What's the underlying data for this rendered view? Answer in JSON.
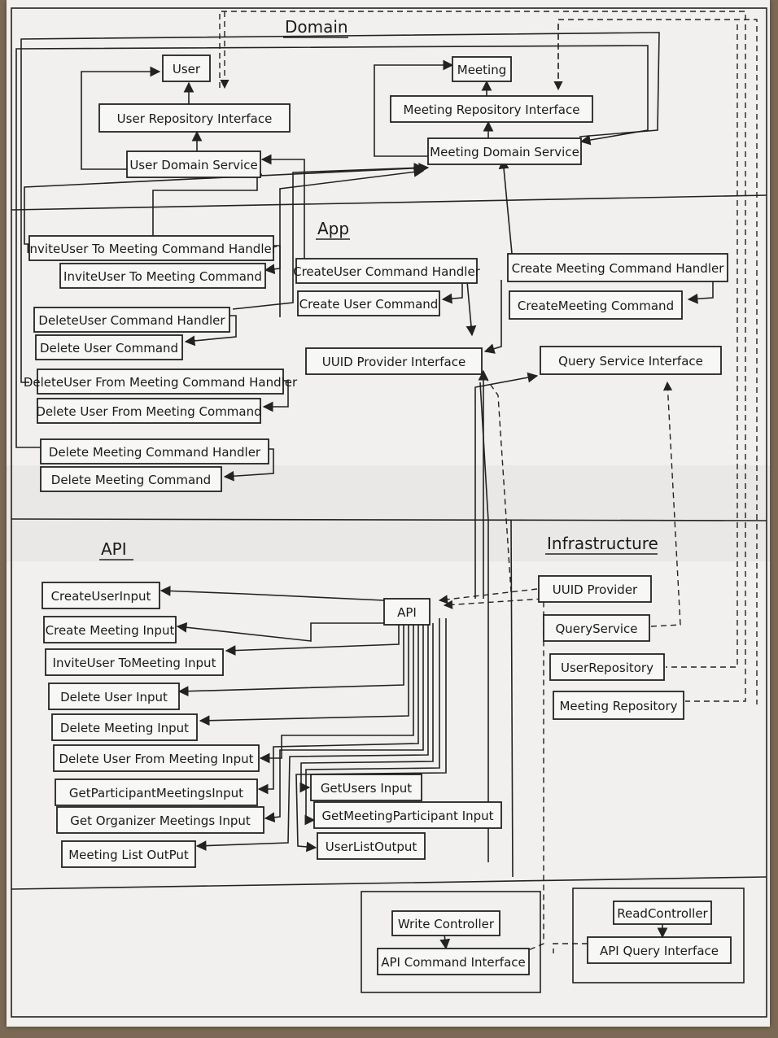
{
  "sections": {
    "domain": "Domain",
    "app": "App",
    "api": "API",
    "infrastructure": "Infrastructure"
  },
  "domain": {
    "user": "User",
    "user_repository_interface": "User Repository Interface",
    "user_domain_service": "User Domain Service",
    "meeting": "Meeting",
    "meeting_repository_interface": "Meeting Repository Interface",
    "meeting_domain_service": "Meeting Domain Service"
  },
  "app": {
    "invite_handler": "InviteUser To Meeting Command Handler",
    "invite_command": "InviteUser To Meeting Command",
    "delete_user_handler": "DeleteUser Command Handler",
    "delete_user_command": "Delete User Command",
    "delete_from_meeting_handler": "DeleteUser From Meeting Command Handler",
    "delete_from_meeting_command": "Delete User From Meeting Command",
    "delete_meeting_handler": "Delete Meeting Command Handler",
    "delete_meeting_command": "Delete Meeting Command",
    "create_user_handler": "CreateUser Command Handler",
    "create_user_command": "Create User Command",
    "uuid_provider_interface": "UUID Provider Interface",
    "create_meeting_handler": "Create Meeting Command Handler",
    "create_meeting_command": "CreateMeeting Command",
    "query_service_interface": "Query Service Interface"
  },
  "api": {
    "api": "API",
    "create_user_input": "CreateUserInput",
    "create_meeting_input": "Create Meeting Input",
    "invite_user_input": "InviteUser ToMeeting Input",
    "delete_user_input": "Delete User Input",
    "delete_meeting_input": "Delete Meeting Input",
    "delete_user_from_meeting_input": "Delete User From Meeting Input",
    "get_participant_meetings_input": "GetParticipantMeetingsInput",
    "get_organizer_meetings_input": "Get Organizer Meetings Input",
    "meeting_list_output": "Meeting List OutPut",
    "get_users_input": "GetUsers Input",
    "get_meeting_participant_input": "GetMeetingParticipant Input",
    "user_list_output": "UserListOutput"
  },
  "infra": {
    "uuid_provider": "UUID Provider",
    "query_service": "QueryService",
    "user_repository": "UserRepository",
    "meeting_repository": "Meeting Repository"
  },
  "controllers": {
    "write_controller": "Write Controller",
    "api_command_interface": "API Command Interface",
    "read_controller": "ReadController",
    "api_query_interface": "API Query Interface"
  }
}
